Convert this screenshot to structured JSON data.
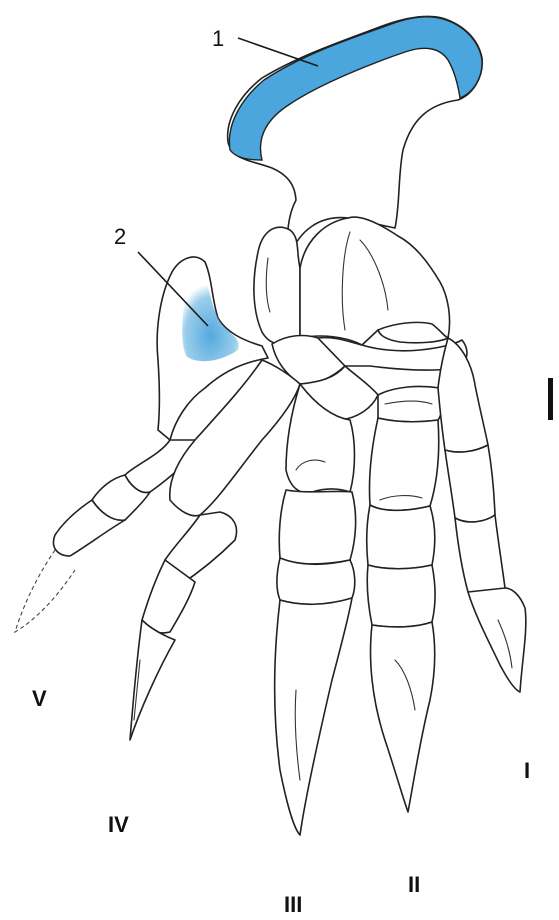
{
  "colors": {
    "highlight": "#4aa6dc",
    "outline": "#222222",
    "background": "#ffffff"
  },
  "callouts": {
    "one": "1",
    "two": "2"
  },
  "digits": {
    "first": "I",
    "second": "II",
    "third": "III",
    "fourth": "IV",
    "fifth": "V"
  }
}
